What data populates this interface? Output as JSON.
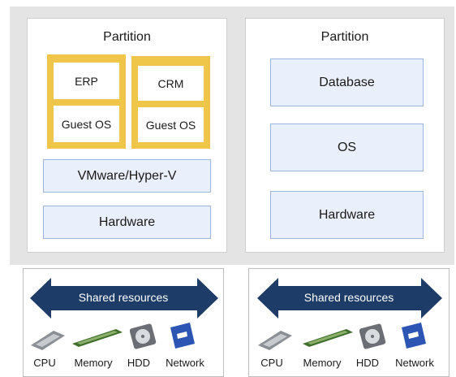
{
  "left_partition": {
    "title": "Partition",
    "vm1": {
      "app": "ERP",
      "os": "Guest OS"
    },
    "vm2": {
      "app": "CRM",
      "os": "Guest OS"
    },
    "hypervisor": "VMware/Hyper-V",
    "hardware": "Hardware"
  },
  "right_partition": {
    "title": "Partition",
    "database": "Database",
    "os": "OS",
    "hardware": "Hardware"
  },
  "resources_left": {
    "arrow_label": "Shared resources",
    "items": [
      "CPU",
      "Memory",
      "HDD",
      "Network"
    ]
  },
  "resources_right": {
    "arrow_label": "Shared resources",
    "items": [
      "CPU",
      "Memory",
      "HDD",
      "Network"
    ]
  },
  "colors": {
    "vm_border": "#f0c64a",
    "box_fill": "#e9f0fb",
    "box_border": "#9ab6dd",
    "arrow": "#1d3c67"
  },
  "icons": [
    "cpu-icon",
    "memory-icon",
    "hdd-icon",
    "network-card-icon"
  ]
}
